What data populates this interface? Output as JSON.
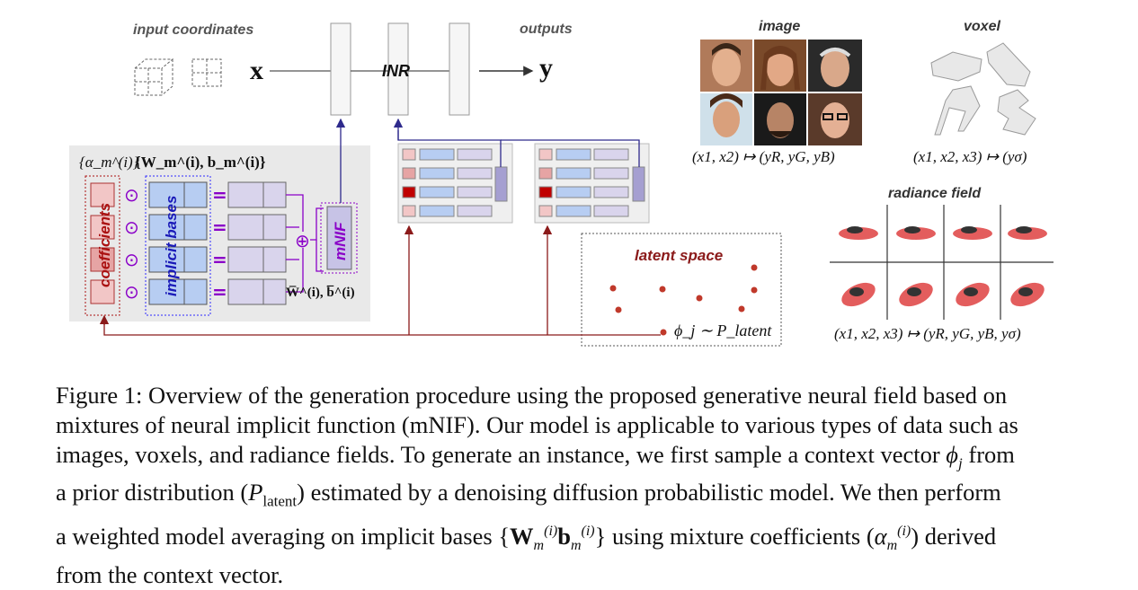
{
  "diagram": {
    "input_label": "input coordinates",
    "outputs_label": "outputs",
    "x_symbol": "x",
    "y_symbol": "y",
    "inr_label": "INR",
    "alpha_label": "{α_m^(i)}",
    "wb_label": "{W_m^(i), b_m^(i)}",
    "coefficients_label": "coefficients",
    "implicit_bases_label": "implicit bases",
    "odot_symbol": "⊙",
    "equals_symbol": "=",
    "oplus_symbol": "⊕",
    "mnif_label": "mNIF",
    "wbar_label": "W̅^(i), b̅^(i)",
    "latent_space_label": "latent space",
    "phi_label": "ϕ_j ∼ P_latent",
    "image_title": "image",
    "image_mapping": "(x1, x2) ↦ (yR, yG, yB)",
    "voxel_title": "voxel",
    "voxel_mapping": "(x1, x2, x3) ↦ (yσ)",
    "radiance_title": "radiance field",
    "radiance_mapping": "(x1, x2, x3) ↦ (yR, yG, yB, yσ)"
  },
  "colors": {
    "purple": "#8a00c8",
    "dark_red": "#8b1a1a",
    "navy": "#2e2a8c",
    "blue_cell": "#b7cdf2",
    "pink_cell": "#f2c6c6",
    "lavender": "#d9d4ec"
  },
  "caption": {
    "line1": "Figure 1: Overview of the generation procedure using the proposed generative neural field based on",
    "line2": "mixtures of neural implicit function (mNIF). Our model is applicable to various types of data such as",
    "line3_a": "images, voxels, and radiance fields. To generate an instance, we first sample a context vector ",
    "phi": "ϕ",
    "phi_sub": "j",
    "line3_b": " from",
    "line4_a": "a prior distribution (",
    "p_latent": "P",
    "p_latent_sub": "latent",
    "line4_b": ") estimated by a denoising diffusion probabilistic model. We then perform",
    "line5_a": "a weighted model averaging on implicit bases {",
    "W": "W",
    "b": "b",
    "m": "m",
    "i": "(i)",
    "line5_b": "} using mixture coefficients (",
    "alpha": "α",
    "line5_c": ") derived",
    "line6": "from the context vector."
  }
}
